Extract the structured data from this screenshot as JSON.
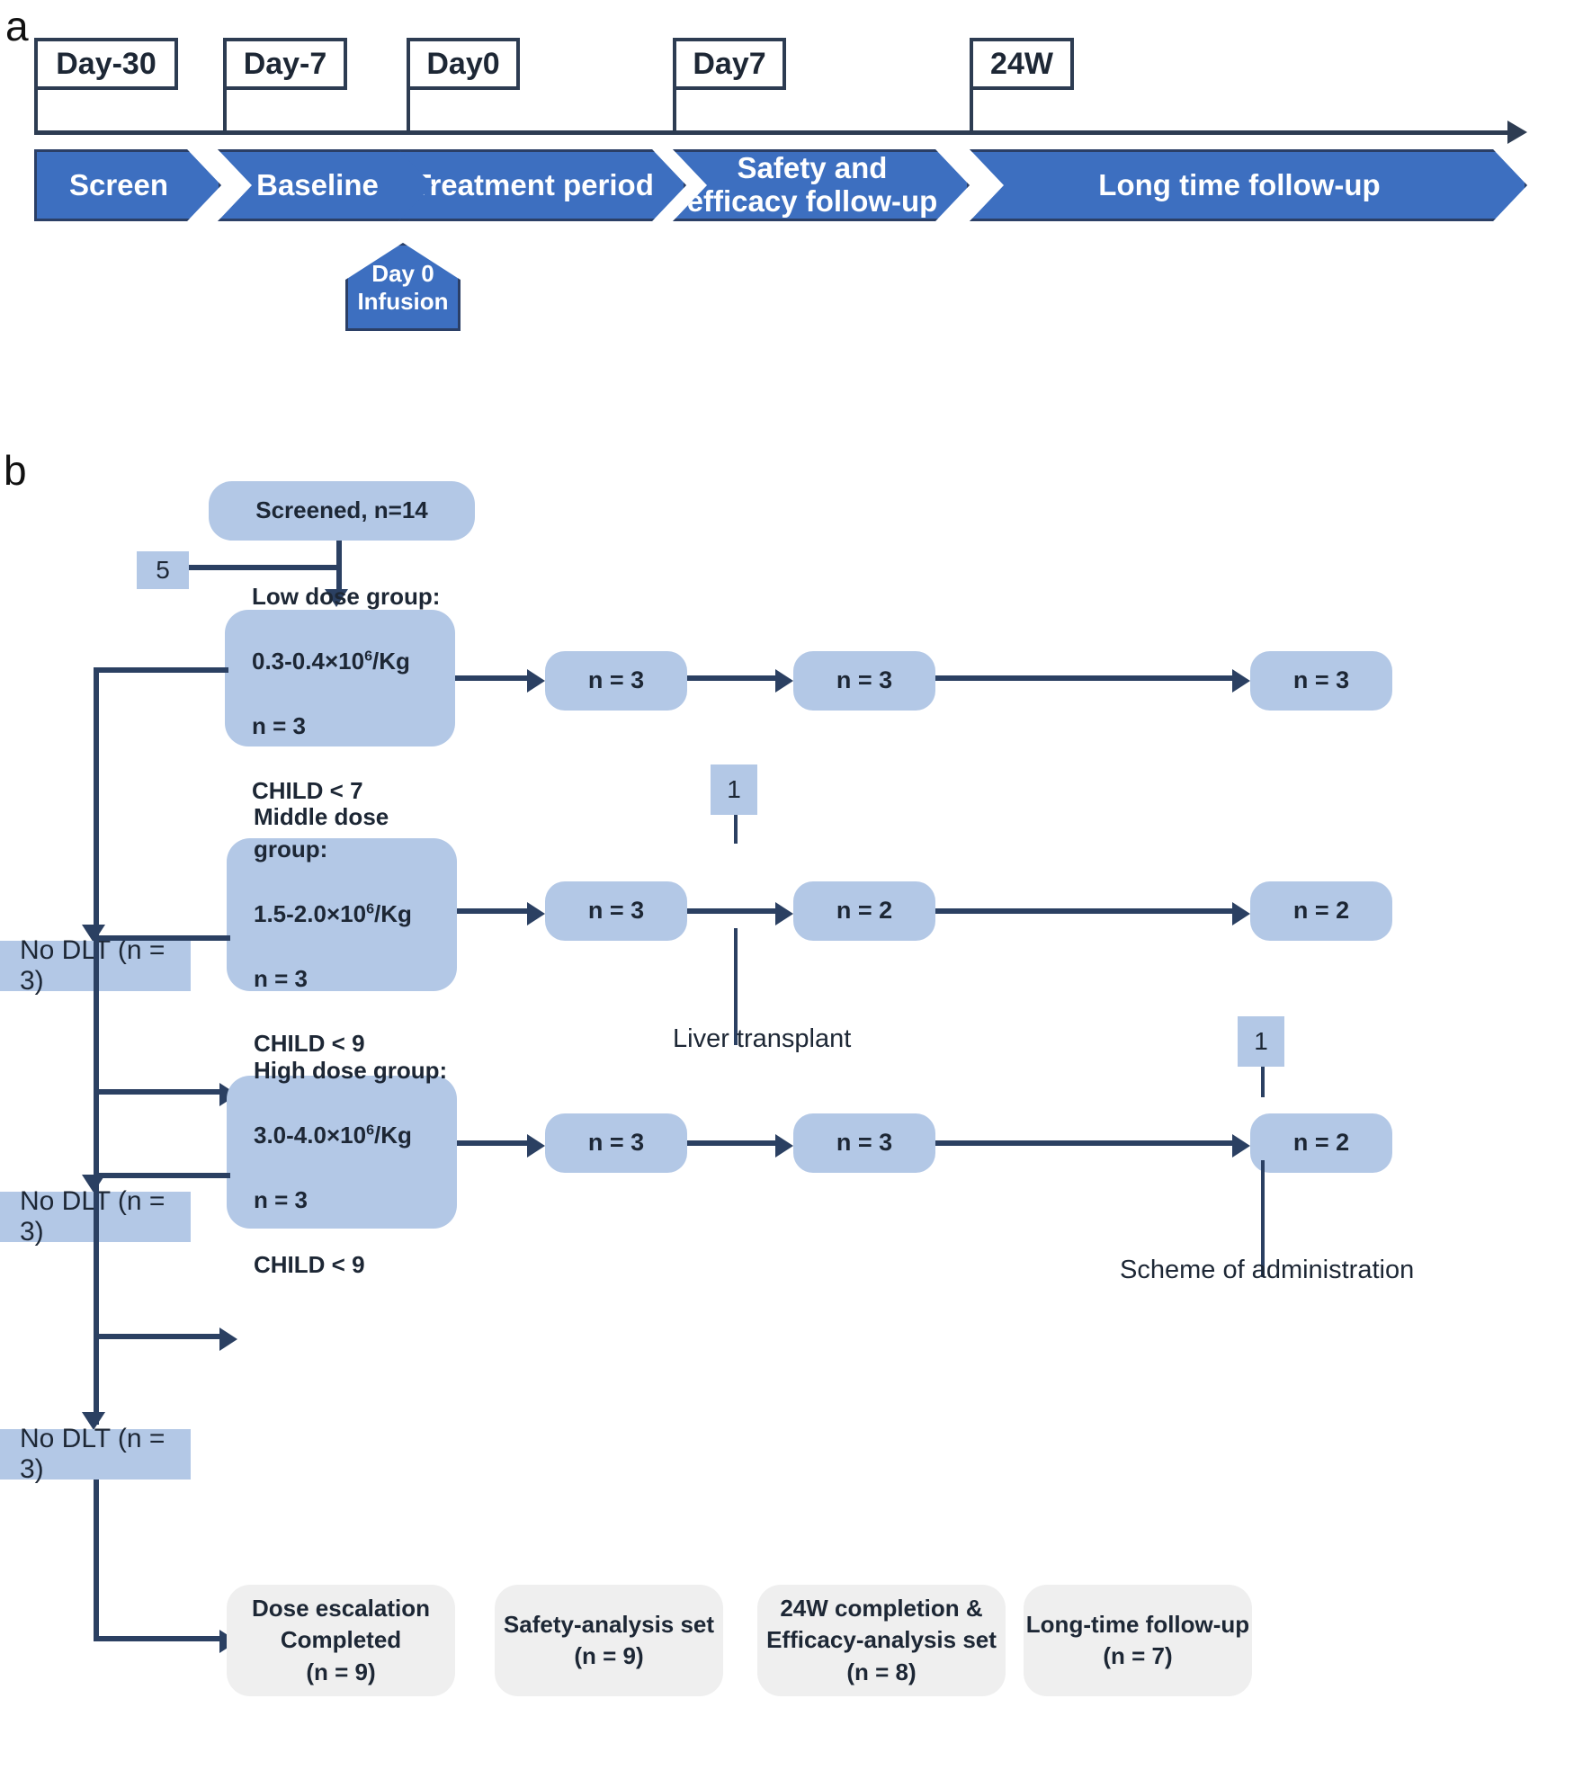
{
  "panels": {
    "a_letter": "a",
    "b_letter": "b"
  },
  "timeline": {
    "flags": [
      {
        "label": "Day-30"
      },
      {
        "label": "Day-7"
      },
      {
        "label": "Day0"
      },
      {
        "label": "Day7"
      },
      {
        "label": "24W"
      }
    ],
    "phases": [
      {
        "label": "Screen"
      },
      {
        "label": "Baseline"
      },
      {
        "label": "Treatment period"
      },
      {
        "label": "Safety and efficacy follow-up"
      },
      {
        "label": "Long time follow-up"
      }
    ],
    "infusion": {
      "line1": "Day 0",
      "line2": "Infusion"
    }
  },
  "flow": {
    "screened": "Screened, n=14",
    "excluded": "5",
    "groups": [
      {
        "title": "Low dose group:",
        "dose_pre": "0.3-0.4×10",
        "dose_sup": "6",
        "dose_post": "/Kg",
        "n": "n = 3",
        "child": "CHILD < 7",
        "followups": [
          "n = 3",
          "n = 3",
          "n = 3"
        ]
      },
      {
        "title": "Middle dose group:",
        "dose_pre": "1.5-2.0×10",
        "dose_sup": "6",
        "dose_post": "/Kg",
        "n": "n = 3",
        "child": "CHILD < 9",
        "followups": [
          "n = 3",
          "n = 2",
          "n = 2"
        ]
      },
      {
        "title": "High dose group:",
        "dose_pre": "3.0-4.0×10",
        "dose_sup": "6",
        "dose_post": "/Kg",
        "n": "n = 3",
        "child": "CHILD < 9",
        "followups": [
          "n = 3",
          "n = 3",
          "n = 2"
        ]
      }
    ],
    "no_dlt": [
      "No DLT (n = 3)",
      "No DLT (n = 3)",
      "No DLT (n = 3)"
    ],
    "dropouts": [
      {
        "count": "1",
        "reason": "Liver transplant"
      },
      {
        "count": "1",
        "reason": "Scheme of administration"
      }
    ],
    "summary": [
      "Dose escalation\nCompleted\n(n = 9)",
      "Safety-analysis set\n(n = 9)",
      "24W completion &\nEfficacy-analysis set\n(n = 8)",
      "Long-time follow-up\n(n = 7)"
    ]
  },
  "colors": {
    "dark_navy": "#2b4062",
    "chevron_blue": "#3d6fc0",
    "node_blue": "#b3c8e6",
    "grey_node": "#efefef"
  }
}
